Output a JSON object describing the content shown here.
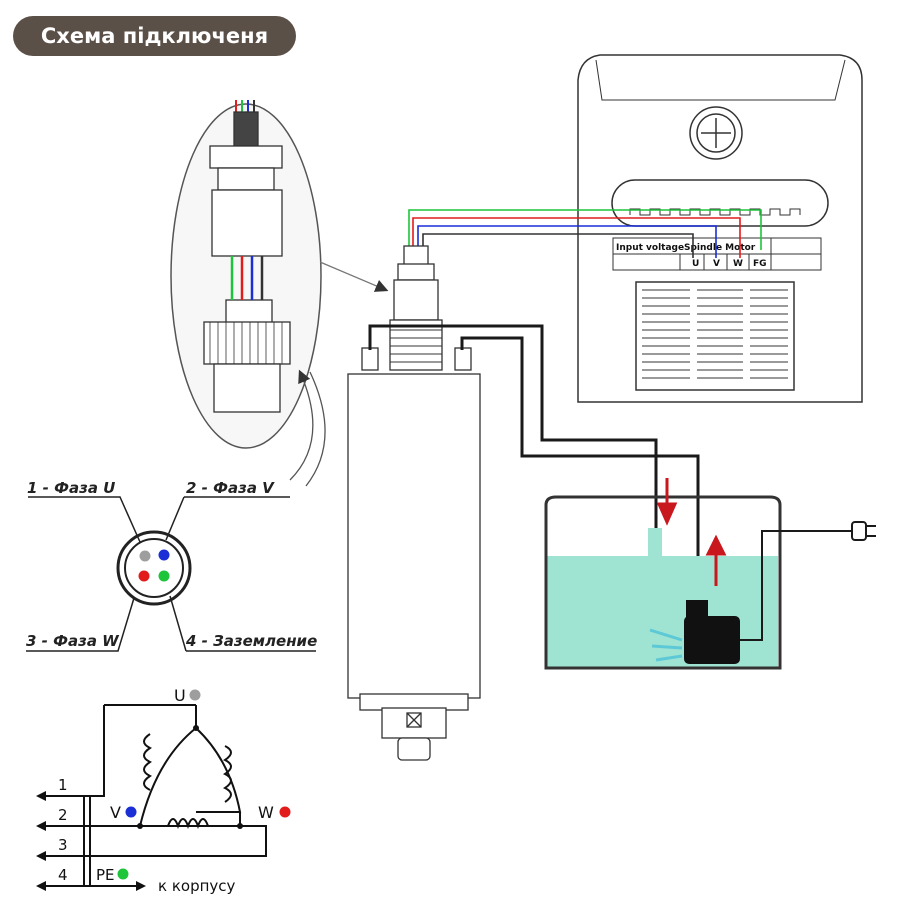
{
  "title": "Схема підключеня",
  "vfd": {
    "terminal_header_1": "Input voltage",
    "terminal_header_2": "Spindle Motor",
    "terminals": [
      "U",
      "V",
      "W",
      "FG"
    ]
  },
  "connector_pins": {
    "pin1": "1 - Фаза U",
    "pin2": "2 - Фаза V",
    "pin3": "3 - Фаза W",
    "pin4": "4 - Заземление"
  },
  "schematic": {
    "node_u": "U",
    "node_v": "V",
    "node_w": "W",
    "wire_labels": [
      "1",
      "2",
      "3",
      "4"
    ],
    "pe_label": "PE",
    "ground_note": "к корпусу"
  },
  "colors": {
    "u": "#9e9e9e",
    "v": "#1a2fd6",
    "w": "#e21b1b",
    "pe": "#1ec43a",
    "badge": "#5b5047",
    "water": "#9fe3d2",
    "arrow": "#c8171d"
  }
}
